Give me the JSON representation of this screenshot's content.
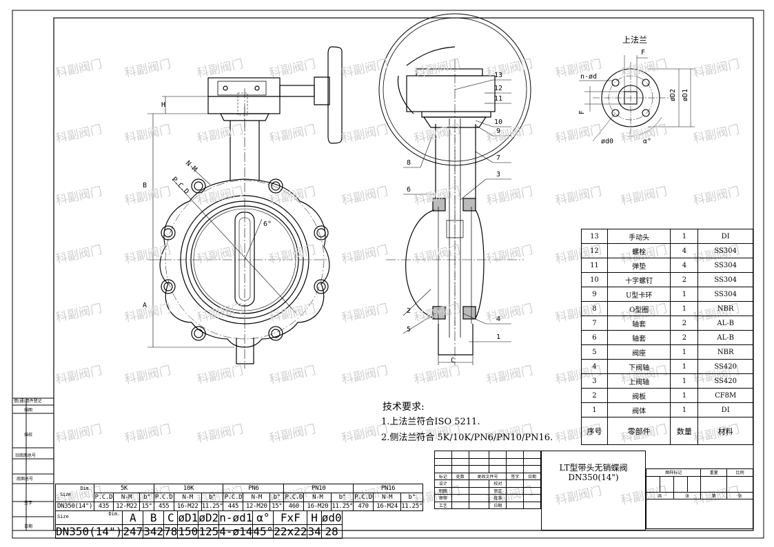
{
  "watermark": "科副阀门",
  "top_flange_title": "上法兰",
  "flange_labels": {
    "F_top": "F",
    "n_d": "n-ød",
    "D2": "øD2",
    "D1": "øD1",
    "F_side": "F",
    "d0": "ød0",
    "angle": "α°"
  },
  "front_labels": {
    "H": "H",
    "B": "B",
    "A": "A",
    "NM": "N-M",
    "PCD": "P.C.D",
    "angle": "6°"
  },
  "side_labels": {
    "C": "C",
    "balloons": [
      "13",
      "12",
      "11",
      "10",
      "9",
      "7",
      "3",
      "4",
      "1",
      "8",
      "6",
      "2",
      "5"
    ]
  },
  "notes": {
    "title": "技术要求:",
    "line1": "1.上法兰符合ISO 5211.",
    "line2": "2.侧法兰符合 5K/10K/PN6/PN10/PN16."
  },
  "parts": {
    "rows": [
      [
        "13",
        "手动头",
        "1",
        "DI"
      ],
      [
        "12",
        "螺栓",
        "4",
        "SS304"
      ],
      [
        "11",
        "弹垫",
        "4",
        "SS304"
      ],
      [
        "10",
        "十字螺钉",
        "2",
        "SS304"
      ],
      [
        "9",
        "U型卡环",
        "1",
        "SS304"
      ],
      [
        "8",
        "O型圈",
        "1",
        "NBR"
      ],
      [
        "7",
        "轴套",
        "2",
        "AL-B"
      ],
      [
        "6",
        "轴套",
        "2",
        "AL-B"
      ],
      [
        "5",
        "阀座",
        "1",
        "NBR"
      ],
      [
        "4",
        "下阀轴",
        "1",
        "SS420"
      ],
      [
        "3",
        "上阀轴",
        "1",
        "SS420"
      ],
      [
        "2",
        "阀板",
        "1",
        "CF8M"
      ],
      [
        "1",
        "阀体",
        "1",
        "DI"
      ]
    ],
    "header": [
      "序号",
      "零部件",
      "数量",
      "材料"
    ]
  },
  "title_block": {
    "name_line1": "LT型带头无销蝶阀",
    "name_line2": "DN350(14\")",
    "labels_row1": [
      "标记",
      "处数",
      "更改文件号",
      "签字",
      "日期"
    ],
    "left_labels": [
      "设计",
      "制图",
      "审核",
      "工艺"
    ],
    "mid_labels": [
      "校对",
      "审定",
      "批准",
      "日期"
    ],
    "right_labels": {
      "stage": "图样标记",
      "weight": "重量",
      "scale": "比例",
      "total": "共",
      "sheet_unit": "张",
      "page": "第"
    }
  },
  "margin_labels": [
    "借(通)用件登记",
    "描图",
    "描校",
    "旧底图总号",
    "底图总号",
    "签字",
    "日期"
  ],
  "dim_table": {
    "row1_groups": [
      "5K",
      "10K",
      "PN6",
      "PN10",
      "PN16"
    ],
    "size_label": "Size",
    "dim_label": "Dim.",
    "row1_sub": [
      "P.C.D",
      "N-M",
      "b°",
      "P.C.D",
      "N-M",
      "b°",
      "P.C.D",
      "N-M",
      "b°",
      "P.C.D",
      "N-M",
      "b°",
      "P.C.D",
      "N-M",
      "b°"
    ],
    "row1_values": [
      "DN350(14\")",
      "435",
      "12-M22",
      "15°",
      "455",
      "16-M22",
      "11.25°",
      "445",
      "12-M20",
      "15°",
      "460",
      "16-M20",
      "11.25°",
      "470",
      "16-M24",
      "11.25°"
    ],
    "row2_heads": [
      "A",
      "B",
      "C",
      "øD1",
      "øD2",
      "n-ød1",
      "α°",
      "FxF",
      "H",
      "ød0"
    ],
    "row2_values": [
      "DN350(14\")",
      "247",
      "342",
      "78",
      "150",
      "125",
      "4-ø14",
      "45°",
      "22x22",
      "34",
      "28"
    ]
  }
}
